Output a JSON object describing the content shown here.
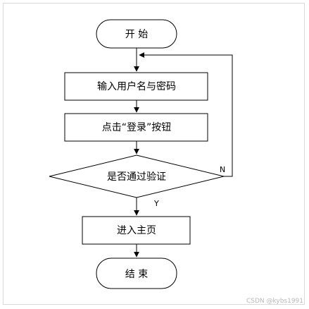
{
  "flowchart": {
    "start": "开 始",
    "input_credentials": "输入用户名与密码",
    "click_login": "点击“登录”按钮",
    "decision": "是否通过验证",
    "enter_home": "进入主页",
    "end": "结 束",
    "label_yes": "Y",
    "label_no": "N"
  },
  "watermark": "CSDN @kybs1991",
  "colors": {
    "stroke": "#000000",
    "background": "#ffffff",
    "frame_border": "#d9d9d9",
    "watermark": "#b8b8b8"
  }
}
